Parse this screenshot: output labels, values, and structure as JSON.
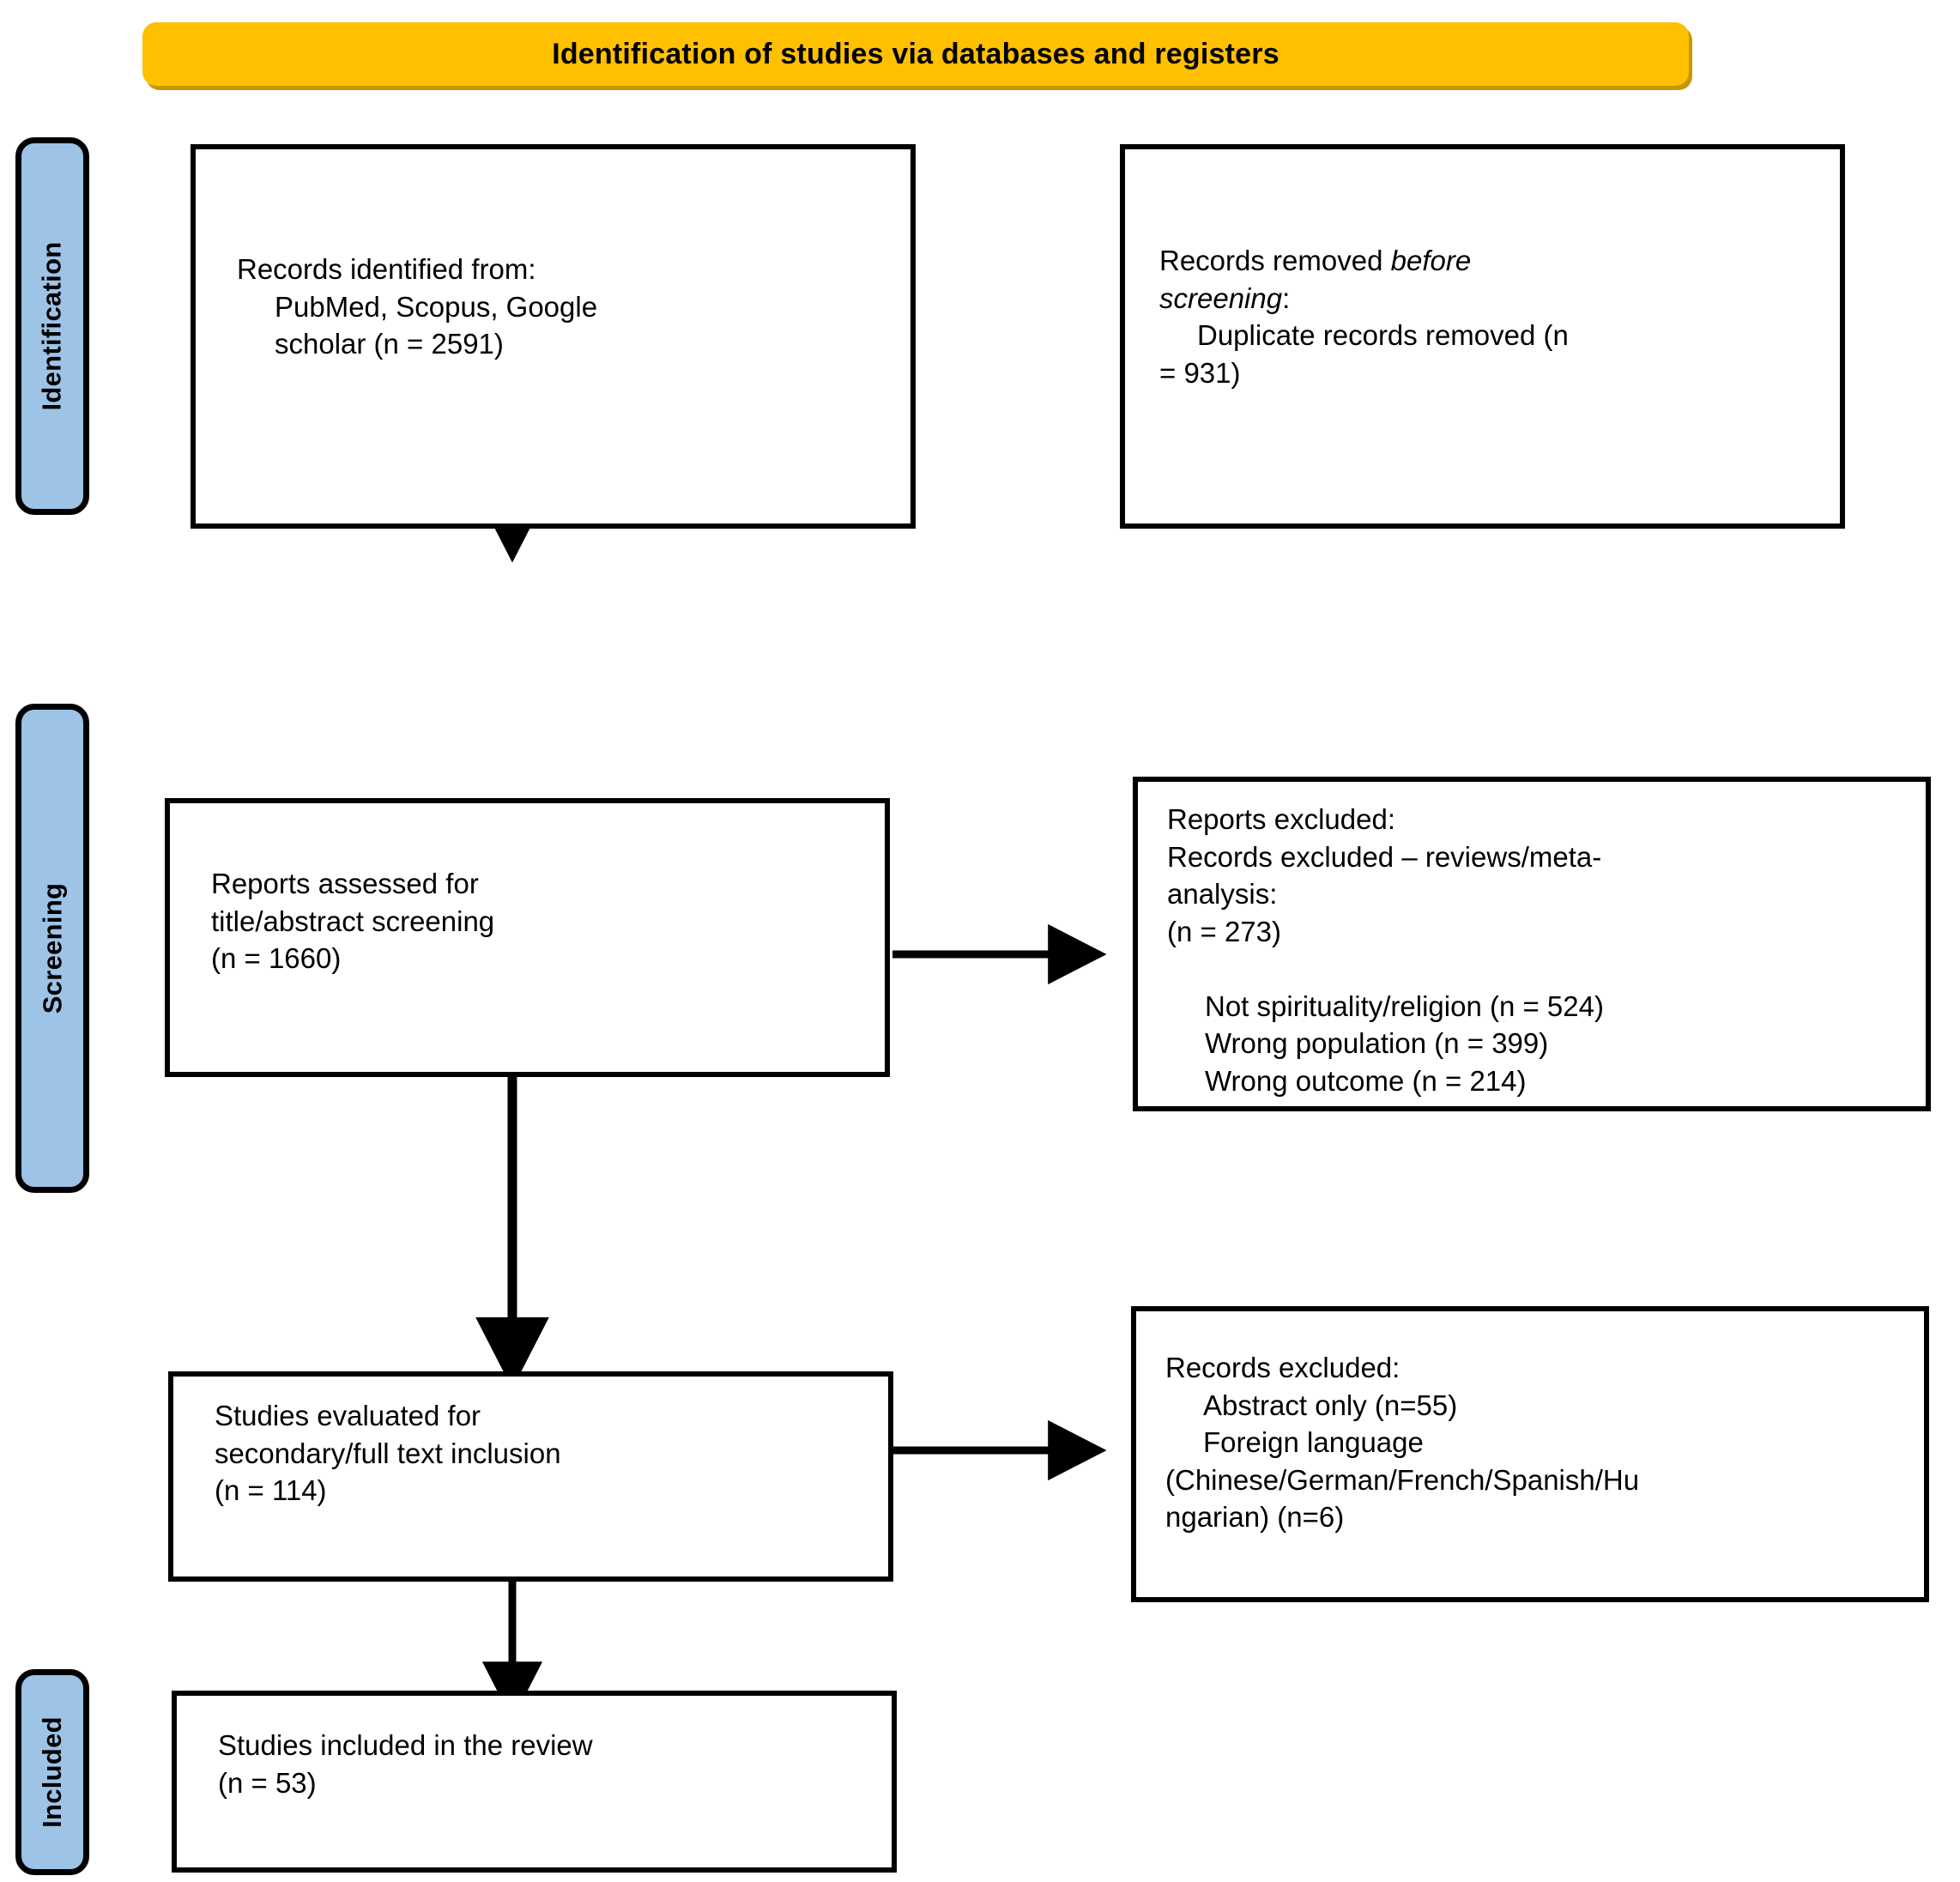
{
  "banner": {
    "title": "Identification of studies via databases and registers"
  },
  "stages": [
    {
      "id": "identification",
      "label": "Identification"
    },
    {
      "id": "screening",
      "label": "Screening"
    },
    {
      "id": "included",
      "label": "Included"
    }
  ],
  "boxes": {
    "identified": {
      "line1": "Records identified from:",
      "line2": "PubMed, Scopus, Google",
      "line3": "scholar (n = 2591)"
    },
    "removed": {
      "line1_prefix": "Records removed ",
      "line1_italic": "before",
      "line2_italic": "screening",
      "line2_suffix": ":",
      "line3": "Duplicate records removed (n",
      "line4": "= 931)"
    },
    "assessed": {
      "line1": "Reports assessed for",
      "line2": "title/abstract screening",
      "line3": "(n = 1660)"
    },
    "reports_excluded": {
      "line1": "Reports excluded:",
      "line2": "Records excluded – reviews/meta-",
      "line3": "analysis:",
      "line4": "(n = 273)",
      "line5": "Not spirituality/religion (n = 524)",
      "line6": "Wrong population (n = 399)",
      "line7": "Wrong outcome (n = 214)"
    },
    "evaluated": {
      "line1": "Studies evaluated for",
      "line2": "secondary/full text inclusion",
      "line3": "(n = 114)"
    },
    "records_excluded": {
      "line1": "Records excluded:",
      "line2": "Abstract only (n=55)",
      "line3": "Foreign language",
      "line4": "(Chinese/German/French/Spanish/Hu",
      "line5": "ngarian) (n=6)"
    },
    "included": {
      "line1": "Studies included in the review",
      "line2": "(n = 53)"
    }
  },
  "colors": {
    "banner_fill": "#FFC000",
    "banner_shadow": "#C79700",
    "stage_fill": "#9DC3E6",
    "outline": "#000000",
    "background": "#FFFFFF"
  },
  "chart_data": {
    "type": "diagram",
    "title": "PRISMA flow diagram — Identification of studies via databases and registers",
    "nodes": [
      {
        "stage": "Identification",
        "label": "Records identified from: PubMed, Scopus, Google scholar",
        "n": 2591
      },
      {
        "stage": "Identification",
        "label": "Records removed before screening: Duplicate records removed",
        "n": 931
      },
      {
        "stage": "Screening",
        "label": "Reports assessed for title/abstract screening",
        "n": 1660
      },
      {
        "stage": "Screening",
        "label": "Reports excluded: Records excluded – reviews/meta-analysis",
        "n": 273
      },
      {
        "stage": "Screening",
        "label": "Not spirituality/religion",
        "n": 524
      },
      {
        "stage": "Screening",
        "label": "Wrong population",
        "n": 399
      },
      {
        "stage": "Screening",
        "label": "Wrong outcome",
        "n": 214
      },
      {
        "stage": "Screening",
        "label": "Studies evaluated for secondary/full text inclusion",
        "n": 114
      },
      {
        "stage": "Screening",
        "label": "Records excluded: Abstract only",
        "n": 55
      },
      {
        "stage": "Screening",
        "label": "Records excluded: Foreign language (Chinese/German/French/Spanish/Hungarian)",
        "n": 6
      },
      {
        "stage": "Included",
        "label": "Studies included in the review",
        "n": 53
      }
    ],
    "edges": [
      {
        "from": "Records identified",
        "to": "Reports assessed for title/abstract screening",
        "direction": "down"
      },
      {
        "from": "Reports assessed for title/abstract screening",
        "to": "Reports excluded",
        "direction": "right"
      },
      {
        "from": "Reports assessed for title/abstract screening",
        "to": "Studies evaluated for secondary/full text inclusion",
        "direction": "down"
      },
      {
        "from": "Studies evaluated for secondary/full text inclusion",
        "to": "Records excluded",
        "direction": "right"
      },
      {
        "from": "Studies evaluated for secondary/full text inclusion",
        "to": "Studies included in the review",
        "direction": "down"
      }
    ]
  }
}
